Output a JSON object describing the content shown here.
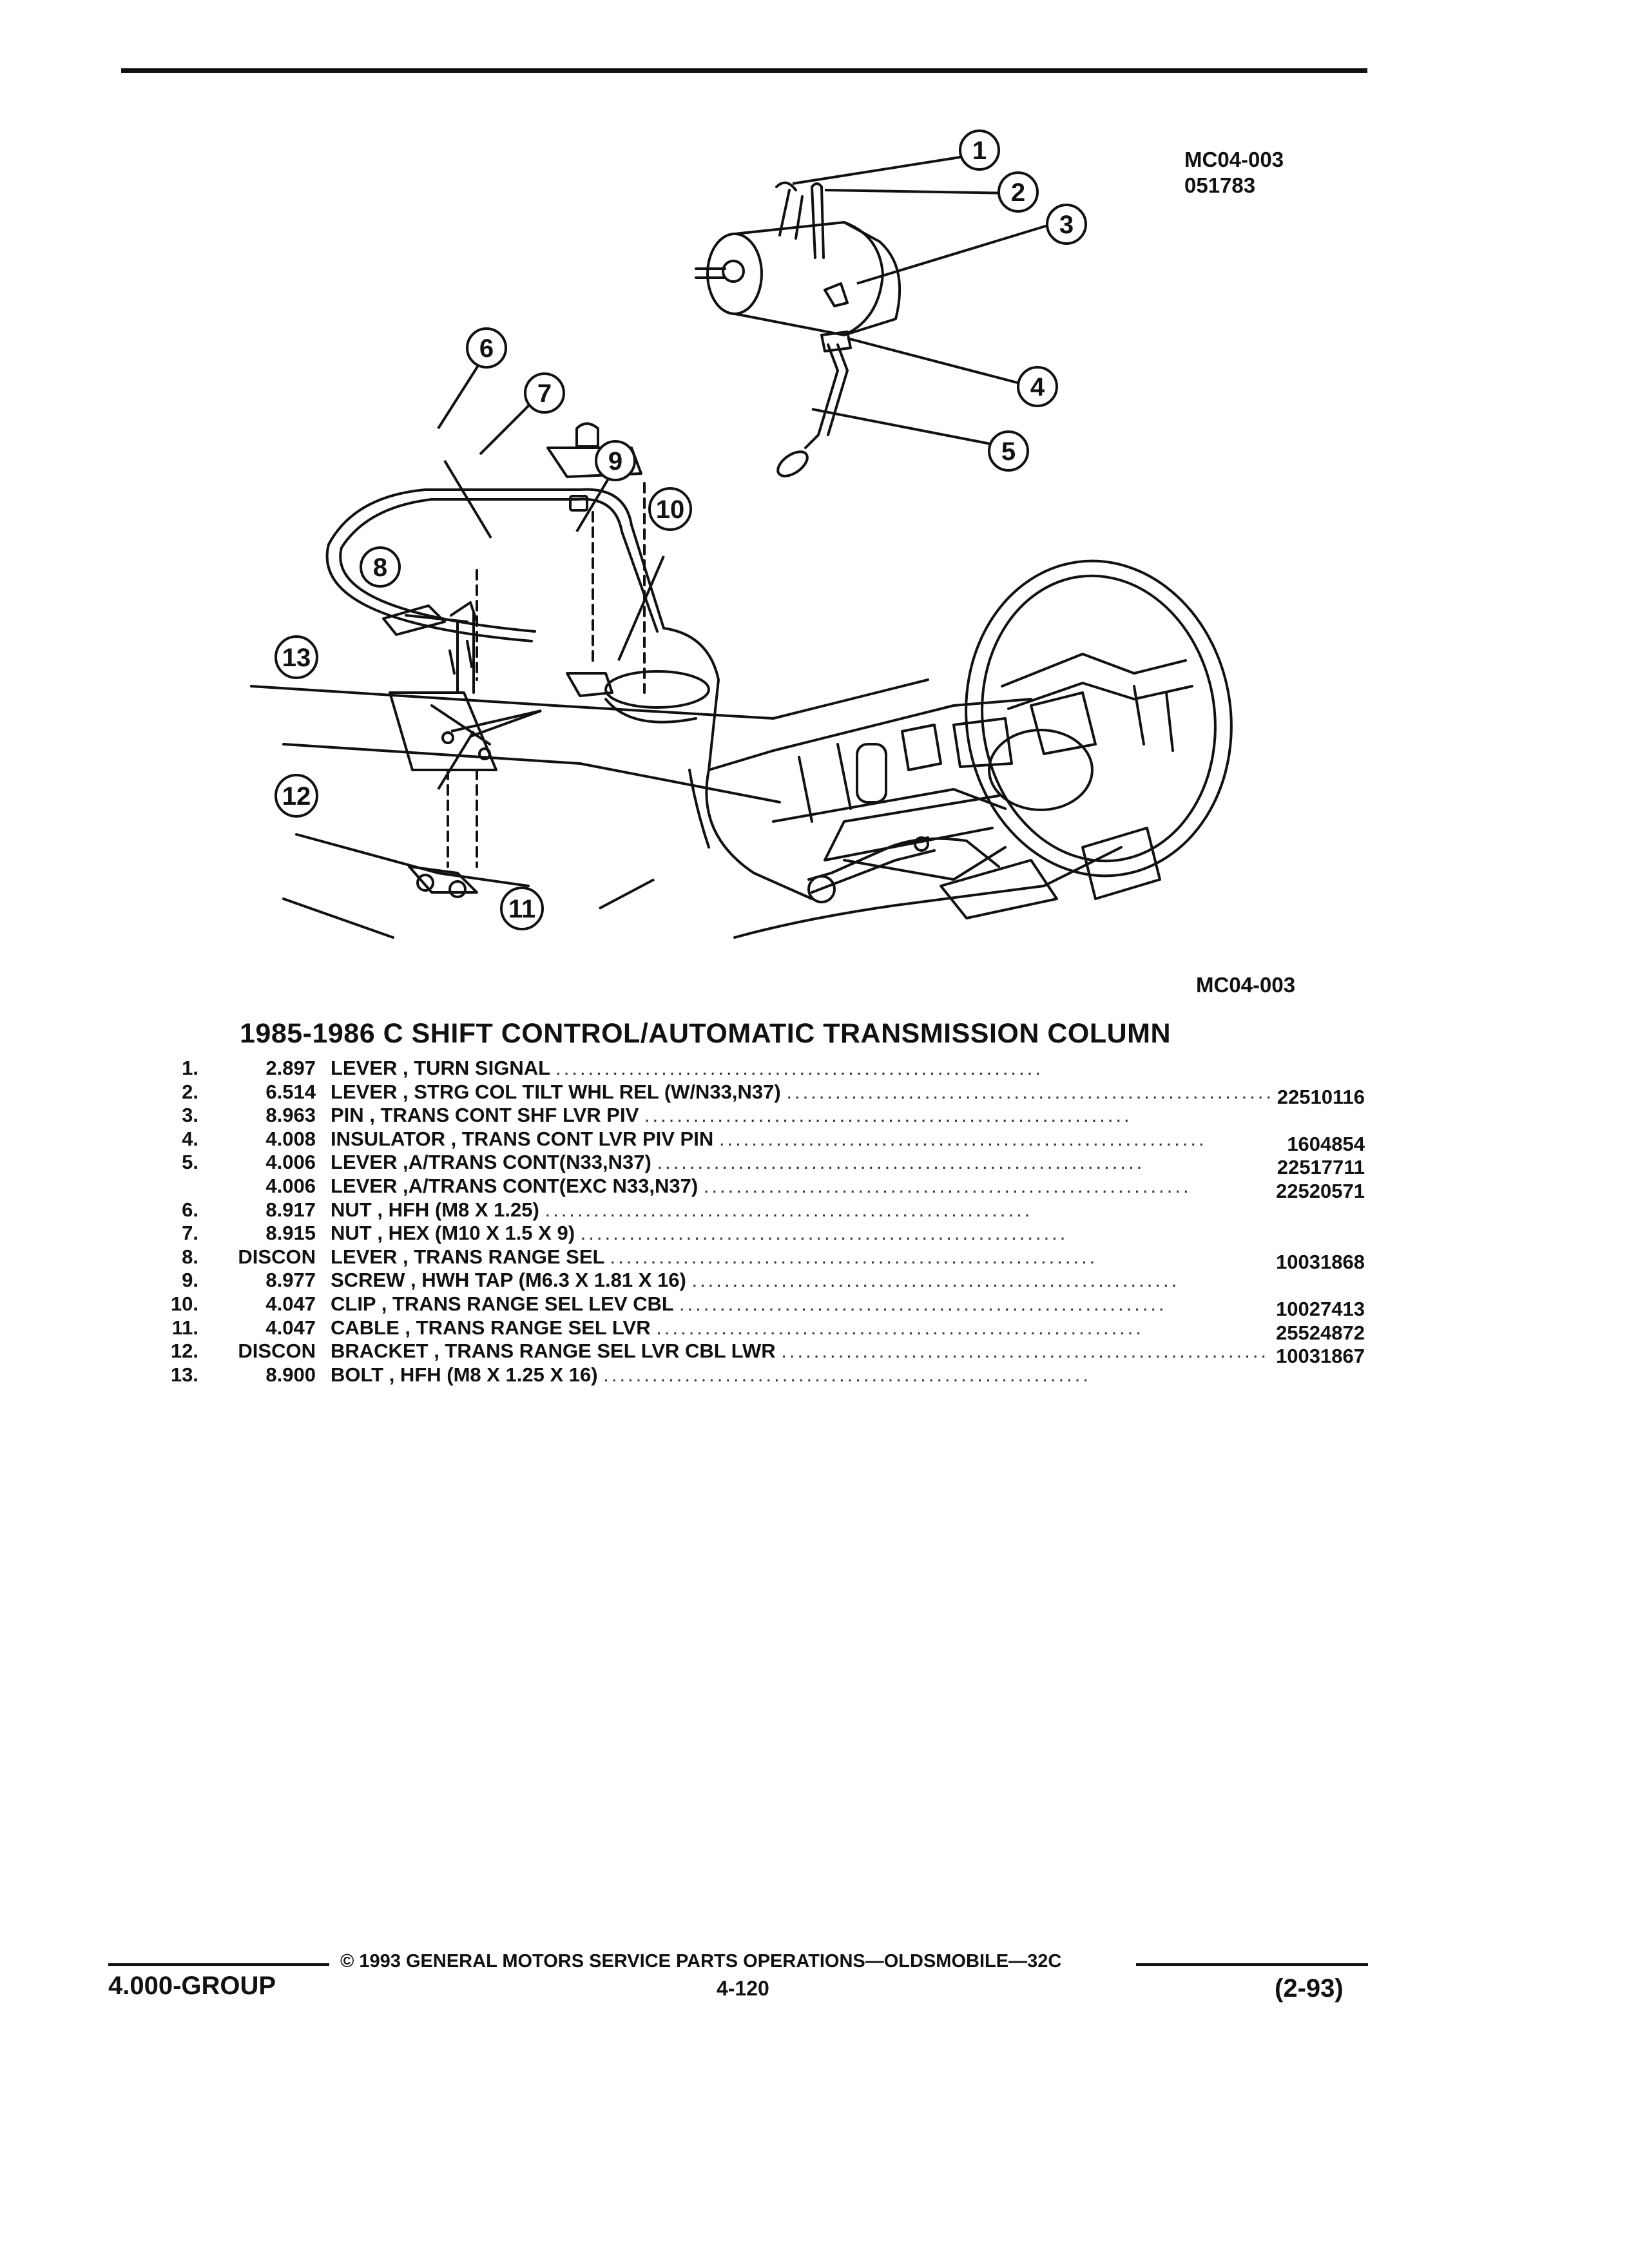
{
  "header": {
    "figure_code": "MC04-003",
    "figure_date": "051783"
  },
  "diagram": {
    "caption_code": "MC04-003",
    "callouts": [
      "1",
      "2",
      "3",
      "4",
      "5",
      "6",
      "7",
      "8",
      "9",
      "10",
      "11",
      "12",
      "13"
    ]
  },
  "title": "1985-1986 C SHIFT CONTROL/AUTOMATIC TRANSMISSION COLUMN",
  "parts": [
    {
      "num": "1.",
      "code": "2.897",
      "name": "LEVER",
      "desc": ", TURN SIGNAL",
      "part_no": ""
    },
    {
      "num": "2.",
      "code": "6.514",
      "name": "LEVER",
      "desc": ", STRG COL TILT WHL REL (W/N33,N37)",
      "part_no": "22510116"
    },
    {
      "num": "3.",
      "code": "8.963",
      "name": "PIN",
      "desc": ", TRANS CONT SHF LVR PIV",
      "part_no": ""
    },
    {
      "num": "4.",
      "code": "4.008",
      "name": "INSULATOR",
      "desc": ", TRANS CONT LVR PIV PIN",
      "part_no": "1604854"
    },
    {
      "num": "5.",
      "code": "4.006",
      "name": "LEVER",
      "desc": ",A/TRANS CONT(N33,N37)",
      "part_no": "22517711"
    },
    {
      "num": "",
      "code": "4.006",
      "name": "LEVER",
      "desc": ",A/TRANS CONT(EXC N33,N37)",
      "part_no": "22520571"
    },
    {
      "num": "6.",
      "code": "8.917",
      "name": "NUT",
      "desc": ", HFH (M8 X 1.25)",
      "part_no": ""
    },
    {
      "num": "7.",
      "code": "8.915",
      "name": "NUT",
      "desc": ", HEX (M10 X 1.5 X 9)",
      "part_no": ""
    },
    {
      "num": "8.",
      "code": "DISCON",
      "name": "LEVER",
      "desc": ", TRANS RANGE SEL",
      "part_no": "10031868"
    },
    {
      "num": "9.",
      "code": "8.977",
      "name": "SCREW",
      "desc": ", HWH TAP (M6.3 X 1.81 X 16)",
      "part_no": ""
    },
    {
      "num": "10.",
      "code": "4.047",
      "name": "CLIP",
      "desc": ", TRANS RANGE SEL LEV CBL",
      "part_no": "10027413"
    },
    {
      "num": "11.",
      "code": "4.047",
      "name": "CABLE",
      "desc": ", TRANS RANGE SEL LVR",
      "part_no": "25524872"
    },
    {
      "num": "12.",
      "code": "DISCON",
      "name": "BRACKET",
      "desc": ", TRANS RANGE SEL LVR CBL LWR",
      "part_no": "10031867"
    },
    {
      "num": "13.",
      "code": "8.900",
      "name": "BOLT",
      "desc": ", HFH (M8 X 1.25 X 16)",
      "part_no": ""
    }
  ],
  "footer": {
    "copyright": "© 1993 GENERAL MOTORS SERVICE PARTS OPERATIONS—OLDSMOBILE—32C",
    "group": "4.000-GROUP",
    "page": "4-120",
    "revision": "(2-93)"
  }
}
